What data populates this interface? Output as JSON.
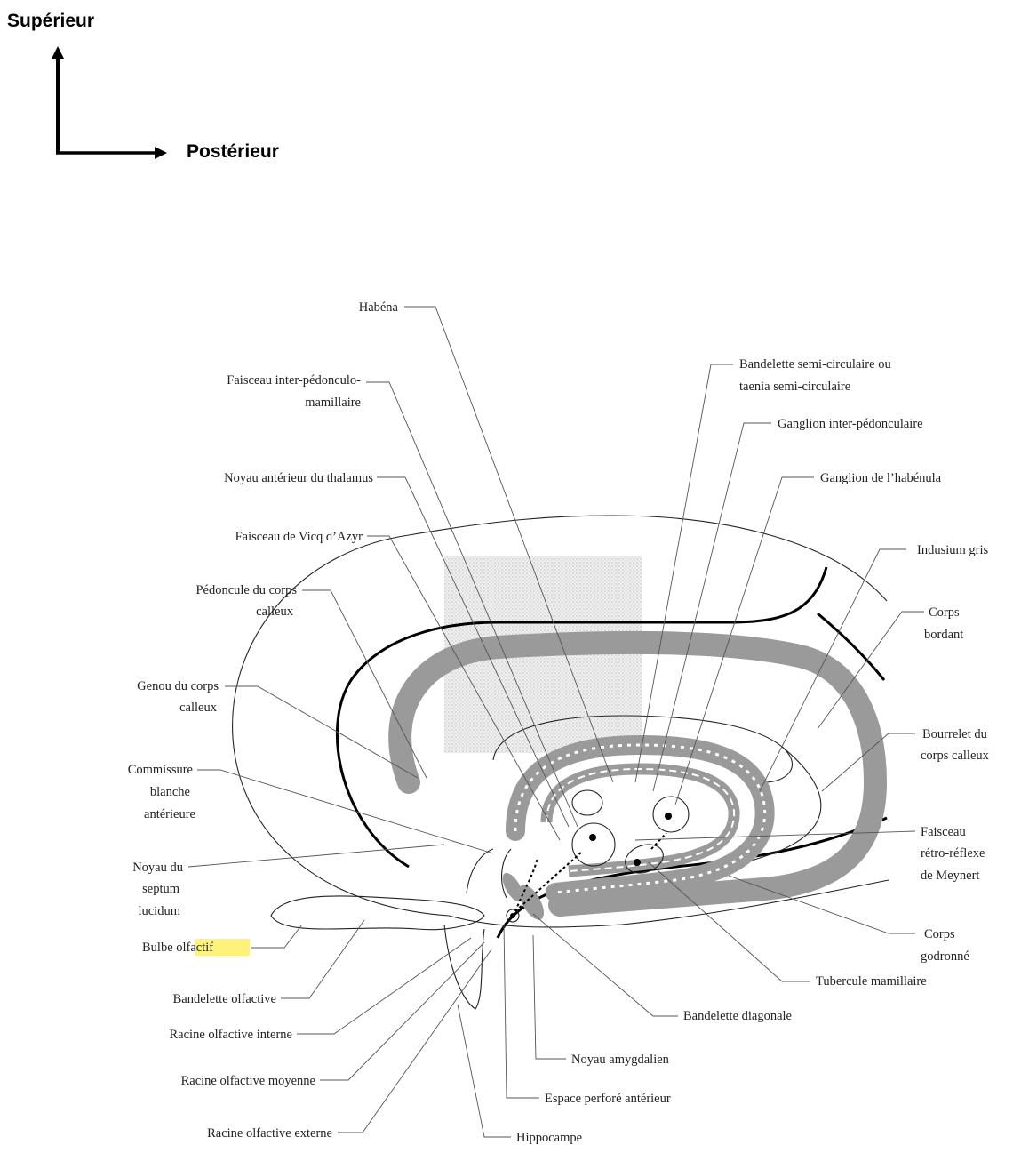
{
  "orientation": {
    "superieur": "Supérieur",
    "posterieur": "Postérieur"
  },
  "labels": {
    "habena": "Habéna",
    "faisceau_inter_1": "Faisceau inter-pédonculo-",
    "faisceau_inter_2": "mamillaire",
    "noyau_anterieur": "Noyau antérieur du thalamus",
    "vicq_dazyr": "Faisceau de Vicq d’Azyr",
    "pedoncule_1": "Pédoncule du corps",
    "pedoncule_2": "calleux",
    "genou_1": "Genou du corps",
    "genou_2": "calleux",
    "commissure_1": "Commissure",
    "commissure_2": "blanche",
    "commissure_3": "antérieure",
    "septum_1": "Noyau du",
    "septum_2": "septum",
    "septum_3": "lucidum",
    "bulbe_1": "Bulbe ",
    "bulbe_2": "olfactif",
    "bandelette_olfactive": "Bandelette olfactive",
    "racine_interne": "Racine olfactive interne",
    "racine_moyenne": "Racine olfactive moyenne",
    "racine_externe": "Racine olfactive externe",
    "bandelette_semi_1": "Bandelette semi-circulaire ou",
    "bandelette_semi_2": "taenia semi-circulaire",
    "ganglion_inter": "Ganglion inter-pédonculaire",
    "ganglion_habenula": "Ganglion de l’habénula",
    "indusium": "Indusium gris",
    "corps_bordant_1": "Corps",
    "corps_bordant_2": "bordant",
    "bourrelet_1": "Bourrelet du",
    "bourrelet_2": "corps calleux",
    "meynert_1": "Faisceau",
    "meynert_2": "rétro-réflexe",
    "meynert_3": "de Meynert",
    "godronne_1": "Corps",
    "godronne_2": "godronné",
    "tubercule": "Tubercule mamillaire",
    "bandelette_diagonale": "Bandelette diagonale",
    "noyau_amygdalien": "Noyau amygdalien",
    "espace_perfore": "Espace perforé antérieur",
    "hippocampe": "Hippocampe"
  },
  "colors": {
    "highlight": "#fff27a",
    "gray_band": "#9a9a9a",
    "stipple": "#d9d9d9"
  }
}
